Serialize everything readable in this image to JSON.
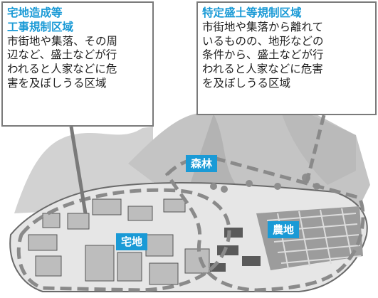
{
  "callouts": {
    "takuchi": {
      "title": [
        "宅地造成等",
        "工事規制区域"
      ],
      "body": [
        "市街地や集落、その周",
        "辺など、盛土などが行",
        "われると人家などに危",
        "害を及ぼしうる区域"
      ]
    },
    "tokutei": {
      "title": [
        "特定盛土等規制区域"
      ],
      "body": [
        "市街地や集落から離れて",
        "いるものの、地形などの",
        "条件から、盛土などが行",
        "われると人家などに危害",
        "を及ぼしうる区域"
      ]
    }
  },
  "zones": {
    "forest": "森林",
    "residential": "宅地",
    "farmland": "農地"
  },
  "colors": {
    "accent": "#1a9ad6",
    "dashed_border": "#8a8a8a"
  }
}
